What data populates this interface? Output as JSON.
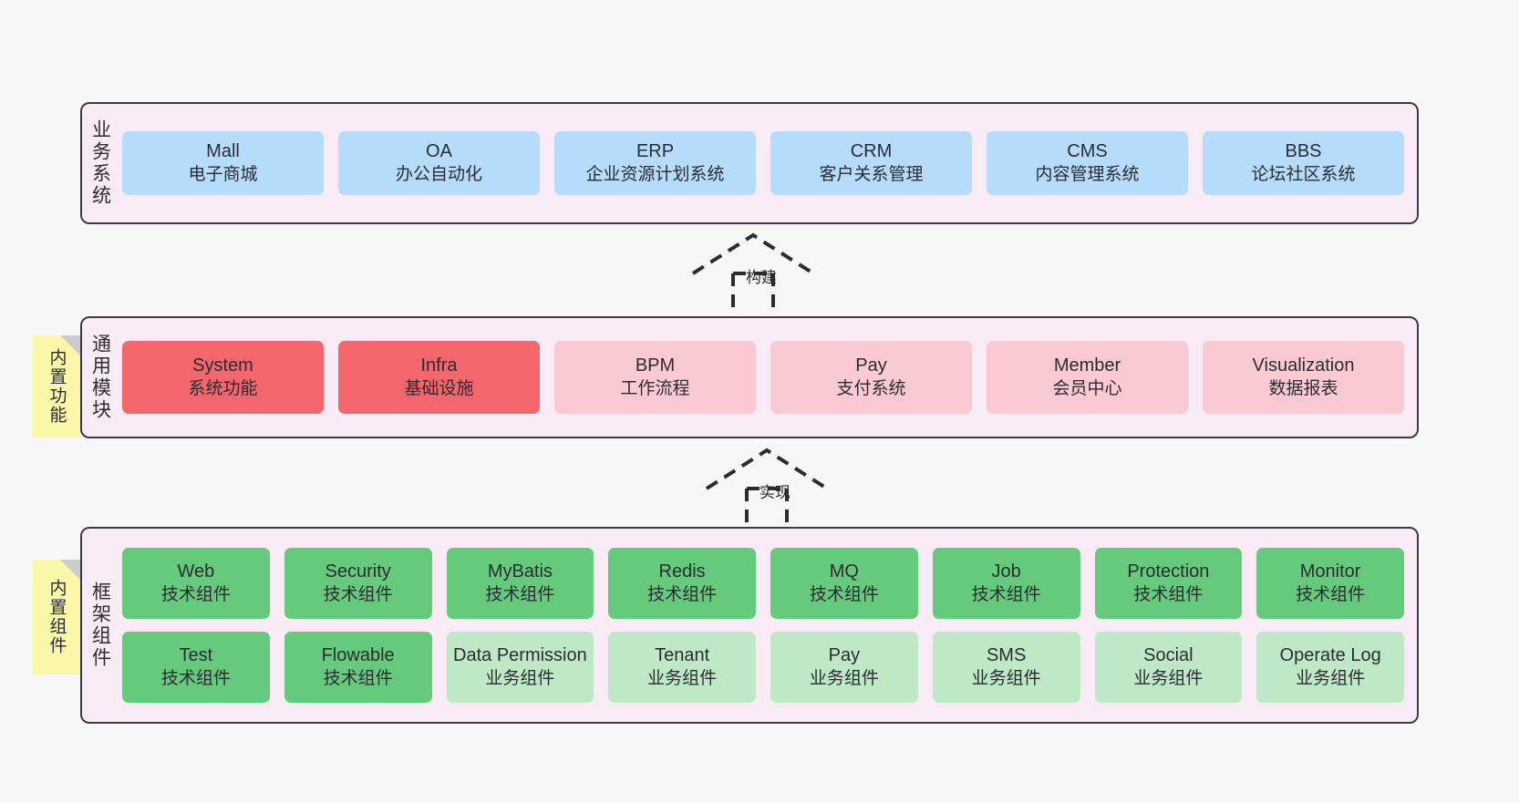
{
  "diagram": {
    "background_color": "#f7f7f7",
    "panel_fill": "#f8ebf5",
    "panel_stroke": "#3b3b44",
    "note_fill": "#fbf7a8"
  },
  "layers": [
    {
      "id": "business",
      "title": "业务系统",
      "rows": [
        {
          "cells": [
            {
              "name": "mall",
              "title": "Mall",
              "subtitle": "电子商城",
              "color": "#b5ddfb"
            },
            {
              "name": "oa",
              "title": "OA",
              "subtitle": "办公自动化",
              "color": "#b5ddfb"
            },
            {
              "name": "erp",
              "title": "ERP",
              "subtitle": "企业资源计划系统",
              "color": "#b5ddfb"
            },
            {
              "name": "crm",
              "title": "CRM",
              "subtitle": "客户关系管理",
              "color": "#b5ddfb"
            },
            {
              "name": "cms",
              "title": "CMS",
              "subtitle": "内容管理系统",
              "color": "#b5ddfb"
            },
            {
              "name": "bbs",
              "title": "BBS",
              "subtitle": "论坛社区系统",
              "color": "#b5ddfb"
            }
          ]
        }
      ]
    },
    {
      "id": "modules",
      "title": "通用模块",
      "rows": [
        {
          "cells": [
            {
              "name": "system",
              "title": "System",
              "subtitle": "系统功能",
              "color": "#f2666c"
            },
            {
              "name": "infra",
              "title": "Infra",
              "subtitle": "基础设施",
              "color": "#f2666c"
            },
            {
              "name": "bpm",
              "title": "BPM",
              "subtitle": "工作流程",
              "color": "#fbc9d2"
            },
            {
              "name": "pay",
              "title": "Pay",
              "subtitle": "支付系统",
              "color": "#fbc9d2"
            },
            {
              "name": "member",
              "title": "Member",
              "subtitle": "会员中心",
              "color": "#fbc9d2"
            },
            {
              "name": "visualization",
              "title": "Visualization",
              "subtitle": "数据报表",
              "color": "#fbc9d2"
            }
          ]
        }
      ]
    },
    {
      "id": "framework",
      "title": "框架组件",
      "rows": [
        {
          "cells": [
            {
              "name": "web",
              "title": "Web",
              "subtitle": "技术组件",
              "color": "#65ca7c"
            },
            {
              "name": "security",
              "title": "Security",
              "subtitle": "技术组件",
              "color": "#65ca7c"
            },
            {
              "name": "mybatis",
              "title": "MyBatis",
              "subtitle": "技术组件",
              "color": "#65ca7c"
            },
            {
              "name": "redis",
              "title": "Redis",
              "subtitle": "技术组件",
              "color": "#65ca7c"
            },
            {
              "name": "mq",
              "title": "MQ",
              "subtitle": "技术组件",
              "color": "#65ca7c"
            },
            {
              "name": "job",
              "title": "Job",
              "subtitle": "技术组件",
              "color": "#65ca7c"
            },
            {
              "name": "protection",
              "title": "Protection",
              "subtitle": "技术组件",
              "color": "#65ca7c"
            },
            {
              "name": "monitor",
              "title": "Monitor",
              "subtitle": "技术组件",
              "color": "#65ca7c"
            }
          ]
        },
        {
          "cells": [
            {
              "name": "test",
              "title": "Test",
              "subtitle": "技术组件",
              "color": "#65ca7c"
            },
            {
              "name": "flowable",
              "title": "Flowable",
              "subtitle": "技术组件",
              "color": "#65ca7c"
            },
            {
              "name": "data-permission",
              "title": "Data Permission",
              "subtitle": "业务组件",
              "color": "#bee8c6"
            },
            {
              "name": "tenant",
              "title": "Tenant",
              "subtitle": "业务组件",
              "color": "#bee8c6"
            },
            {
              "name": "pay",
              "title": "Pay",
              "subtitle": "业务组件",
              "color": "#bee8c6"
            },
            {
              "name": "sms",
              "title": "SMS",
              "subtitle": "业务组件",
              "color": "#bee8c6"
            },
            {
              "name": "social",
              "title": "Social",
              "subtitle": "业务组件",
              "color": "#bee8c6"
            },
            {
              "name": "operate-log",
              "title": "Operate Log",
              "subtitle": "业务组件",
              "color": "#bee8c6"
            }
          ]
        }
      ]
    }
  ],
  "notes": [
    {
      "id": "builtin-features",
      "text": "内置功能"
    },
    {
      "id": "builtin-components",
      "text": "内置组件"
    }
  ],
  "connectors": [
    {
      "id": "build",
      "label": "构建",
      "from": "modules",
      "to": "business"
    },
    {
      "id": "impl",
      "label": "实现",
      "from": "framework",
      "to": "modules"
    }
  ]
}
